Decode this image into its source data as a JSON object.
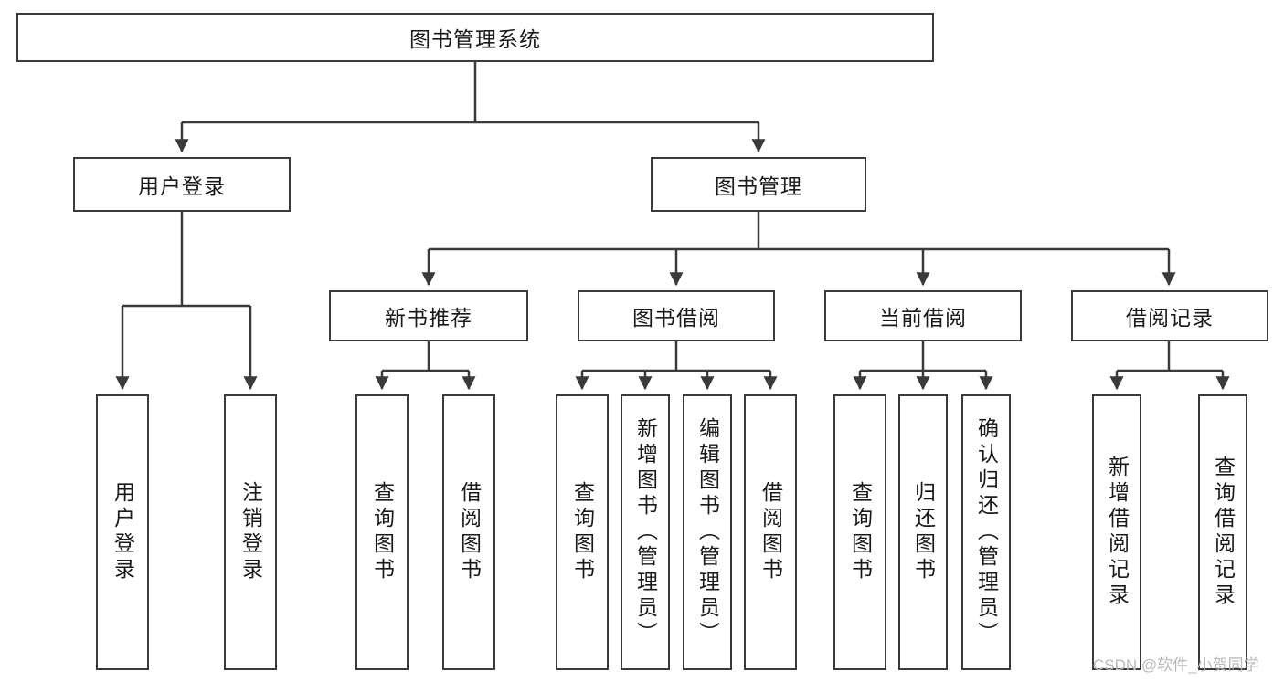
{
  "diagram": {
    "type": "tree",
    "title": "图书管理系统",
    "root": {
      "id": "root",
      "label": "图书管理系统",
      "orientation": "horizontal"
    },
    "level2": [
      {
        "id": "user-login",
        "label": "用户登录",
        "orientation": "horizontal"
      },
      {
        "id": "book-management",
        "label": "图书管理",
        "orientation": "horizontal"
      }
    ],
    "level3": [
      {
        "id": "new-book-recommend",
        "label": "新书推荐",
        "orientation": "horizontal",
        "parent": "book-management"
      },
      {
        "id": "book-borrow",
        "label": "图书借阅",
        "orientation": "horizontal",
        "parent": "book-management"
      },
      {
        "id": "current-borrow",
        "label": "当前借阅",
        "orientation": "horizontal",
        "parent": "book-management"
      },
      {
        "id": "borrow-record",
        "label": "借阅记录",
        "orientation": "horizontal",
        "parent": "book-management"
      }
    ],
    "leaves": [
      {
        "id": "leaf-user-login",
        "label": "用户登录",
        "orientation": "vertical",
        "parent": "user-login"
      },
      {
        "id": "leaf-logout-login",
        "label": "注销登录",
        "orientation": "vertical",
        "parent": "user-login"
      },
      {
        "id": "leaf-query-book-1",
        "label": "查询图书",
        "orientation": "vertical",
        "parent": "new-book-recommend"
      },
      {
        "id": "leaf-borrow-book-1",
        "label": "借阅图书",
        "orientation": "vertical",
        "parent": "new-book-recommend"
      },
      {
        "id": "leaf-query-book-2",
        "label": "查询图书",
        "orientation": "vertical",
        "parent": "book-borrow"
      },
      {
        "id": "leaf-add-book-admin",
        "label": "新增图书（管理员）",
        "orientation": "vertical",
        "parent": "book-borrow"
      },
      {
        "id": "leaf-edit-book-admin",
        "label": "编辑图书（管理员）",
        "orientation": "vertical",
        "parent": "book-borrow"
      },
      {
        "id": "leaf-borrow-book-2",
        "label": "借阅图书",
        "orientation": "vertical",
        "parent": "book-borrow"
      },
      {
        "id": "leaf-query-book-3",
        "label": "查询图书",
        "orientation": "vertical",
        "parent": "current-borrow"
      },
      {
        "id": "leaf-return-book",
        "label": "归还图书",
        "orientation": "vertical",
        "parent": "current-borrow"
      },
      {
        "id": "leaf-confirm-return-admin",
        "label": "确认归还（管理员）",
        "orientation": "vertical",
        "parent": "current-borrow"
      },
      {
        "id": "leaf-add-borrow-record",
        "label": "新增借阅记录",
        "orientation": "vertical",
        "parent": "borrow-record"
      },
      {
        "id": "leaf-query-borrow-record",
        "label": "查询借阅记录",
        "orientation": "vertical",
        "parent": "borrow-record"
      }
    ],
    "colors": {
      "stroke": "#3a3a3a",
      "fill": "#ffffff",
      "text": "#1a1a1a",
      "watermark": "#b9b9b9"
    }
  },
  "watermark": {
    "text": "CSDN @软件_小贺同学"
  }
}
